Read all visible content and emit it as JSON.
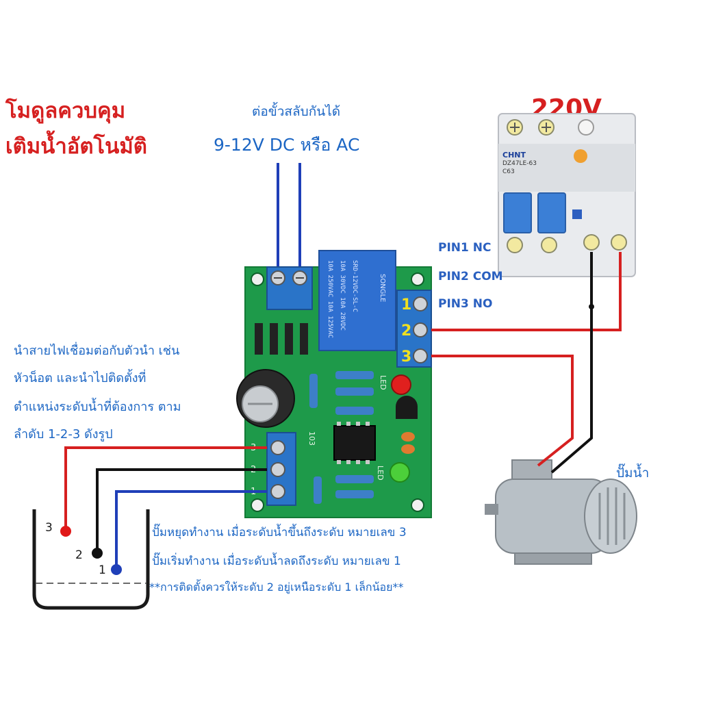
{
  "title": {
    "line1": "โมดูลควบคุม",
    "line2": "เติมน้ำอัตโนมัติ"
  },
  "power_input": {
    "note": "ต่อขั้วสลับกันได้",
    "voltage": "9-12V DC  หรือ AC"
  },
  "mains": {
    "voltage": "220V",
    "breaker_brand": "CHNT",
    "breaker_model": "DZ47LE-63",
    "breaker_rating": "C63"
  },
  "relay": {
    "pins": [
      "PIN1 NC",
      "PIN2 COM",
      "PIN3 NO"
    ],
    "terminal_numbers": [
      "1",
      "2",
      "3"
    ],
    "model": "SRD-12VDC-SL-C",
    "brand": "SONGLE"
  },
  "board": {
    "sensor_terminal_labels": [
      "3",
      "2",
      "1"
    ],
    "led_label": "LED",
    "chip_label": "103"
  },
  "probe_instructions": [
    "นำสายไฟเชื่อมต่อกับตัวนำ เช่น",
    "หัวน็อต และนำไปติดตั้งที่",
    "ตำแหน่งระดับน้ำที่ต้องการ ตาม",
    "ลำดับ 1-2-3 ดังรูป"
  ],
  "pump": {
    "label": "ปั๊มน้ำ"
  },
  "tank": {
    "level_labels": [
      "3",
      "2",
      "1"
    ]
  },
  "bottom_notes": [
    "ปั๊มหยุดทำงาน เมื่อระดับน้ำขึ้นถึงระดับ หมายเลข 3",
    "ปั๊มเริ่มทำงาน  เมื่อระดับน้ำลดถึงระดับ หมายเลข 1",
    "**การติดตั้งควรให้ระดับ 2 อยู่เหนือระดับ 1 เล็กน้อย**"
  ],
  "colors": {
    "title_red": "#d62020",
    "text_blue": "#1c66c4",
    "wire_red": "#d62020",
    "wire_blue": "#1f3fb8",
    "wire_black": "#111111",
    "pcb_green": "#1e9a4a",
    "terminal_blue": "#2a74c8",
    "relay_blue": "#2f6fd0",
    "pin_number_yellow": "#f0e020"
  }
}
